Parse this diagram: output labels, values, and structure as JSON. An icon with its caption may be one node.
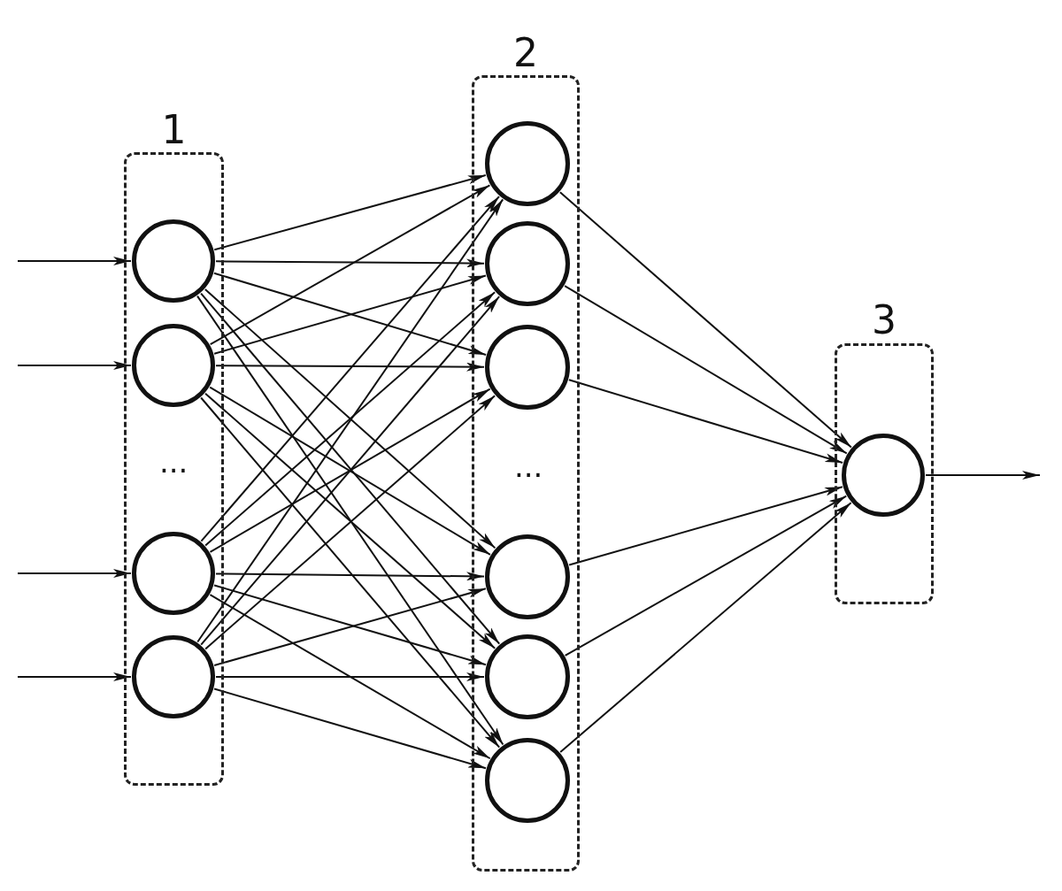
{
  "diagram": {
    "nodes": [
      {
        "text": [
          "1"
        ]
      },
      {
        "text": [],
        "shape": "circle",
        "in": 0
      },
      {
        "text": [],
        "shape": "circle",
        "in": 0
      },
      {
        "text": [],
        "shape": "circle",
        "in": 0
      },
      {
        "text": [],
        "shape": "circle",
        "in": 0
      },
      {
        "text": [
          "2"
        ]
      },
      {
        "text": [],
        "shape": "circle",
        "in": 5
      },
      {
        "text": [],
        "shape": "circle",
        "in": 5
      },
      {
        "text": [],
        "shape": "circle",
        "in": 5
      },
      {
        "text": [],
        "shape": "circle",
        "in": 5
      },
      {
        "text": [],
        "shape": "circle",
        "in": 5
      },
      {
        "text": [],
        "shape": "circle",
        "in": 5
      },
      {
        "text": [
          "3"
        ]
      },
      {
        "text": [],
        "shape": "circle",
        "in": 12
      }
    ],
    "edges": [
      {
        "from": null,
        "to": 1,
        "arrow": "to"
      },
      {
        "from": null,
        "to": 2,
        "arrow": "to"
      },
      {
        "from": null,
        "to": 3,
        "arrow": "to"
      },
      {
        "from": null,
        "to": 4,
        "arrow": "to"
      },
      {
        "from": 1,
        "to": 6,
        "arrow": "to"
      },
      {
        "from": 1,
        "to": 7,
        "arrow": "to"
      },
      {
        "from": 1,
        "to": 8,
        "arrow": "to"
      },
      {
        "from": 1,
        "to": 9,
        "arrow": "to"
      },
      {
        "from": 1,
        "to": 10,
        "arrow": "to"
      },
      {
        "from": 1,
        "to": 11,
        "arrow": "to"
      },
      {
        "from": 2,
        "to": 6,
        "arrow": "to"
      },
      {
        "from": 2,
        "to": 7,
        "arrow": "to"
      },
      {
        "from": 2,
        "to": 8,
        "arrow": "to"
      },
      {
        "from": 2,
        "to": 9,
        "arrow": "to"
      },
      {
        "from": 2,
        "to": 10,
        "arrow": "to"
      },
      {
        "from": 2,
        "to": 11,
        "arrow": "to"
      },
      {
        "from": 3,
        "to": 6,
        "arrow": "to"
      },
      {
        "from": 3,
        "to": 7,
        "arrow": "to"
      },
      {
        "from": 3,
        "to": 8,
        "arrow": "to"
      },
      {
        "from": 3,
        "to": 9,
        "arrow": "to"
      },
      {
        "from": 3,
        "to": 10,
        "arrow": "to"
      },
      {
        "from": 3,
        "to": 11,
        "arrow": "to"
      },
      {
        "from": 4,
        "to": 6,
        "arrow": "to"
      },
      {
        "from": 4,
        "to": 7,
        "arrow": "to"
      },
      {
        "from": 4,
        "to": 8,
        "arrow": "to"
      },
      {
        "from": 4,
        "to": 9,
        "arrow": "to"
      },
      {
        "from": 4,
        "to": 10,
        "arrow": "to"
      },
      {
        "from": 4,
        "to": 11,
        "arrow": "to"
      },
      {
        "from": 6,
        "to": 13,
        "arrow": "to"
      },
      {
        "from": 7,
        "to": 13,
        "arrow": "to"
      },
      {
        "from": 8,
        "to": 13,
        "arrow": "to"
      },
      {
        "from": 9,
        "to": 13,
        "arrow": "to"
      },
      {
        "from": 10,
        "to": 13,
        "arrow": "to"
      },
      {
        "from": 11,
        "to": 13,
        "arrow": "to"
      },
      {
        "from": 13,
        "to": null,
        "arrow": "to"
      }
    ],
    "labels": [
      "...",
      "..."
    ]
  }
}
